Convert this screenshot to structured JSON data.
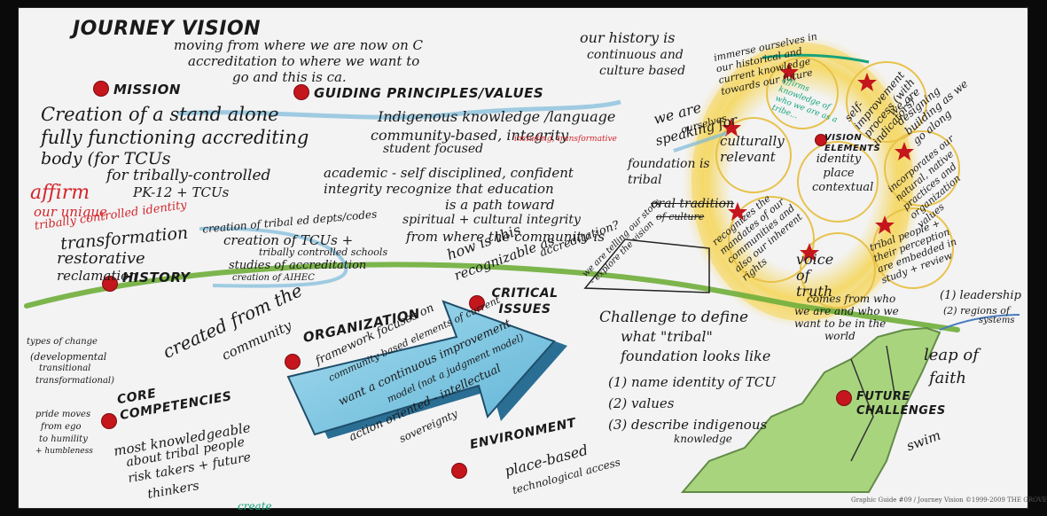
{
  "title": "JOURNEY VISION",
  "subtitle_lines": [
    "moving from where we are now on C",
    "accreditation to where we want to",
    "go and this is ca."
  ],
  "sections": {
    "mission": "MISSION",
    "guiding": "GUIDING PRINCIPLES/VALUES",
    "history": "HISTORY",
    "organization": "ORGANIZATION",
    "critical": "CRITICAL ISSUES",
    "core": "CORE COMPETENCIES",
    "environment": "ENVIRONMENT",
    "future": "FUTURE CHALLENGES",
    "vision": "VISION ELEMENTS"
  },
  "mission_text": [
    "Creation of a stand alone",
    "fully functioning accrediting",
    "body (for TCUs",
    "for tribally-controlled",
    "PK-12 + TCUs"
  ],
  "affirm_text": [
    "affirm",
    "our unique",
    "tribally controlled identity"
  ],
  "transformation_text": [
    "transformation",
    "restorative",
    "reclamation"
  ],
  "guiding_text": [
    "Indigenous knowledge /language",
    "community-based, integrity",
    "student focused",
    "academic - self disciplined, confident",
    "integrity recognize that education",
    "is a path toward",
    "spiritual + cultural integrity",
    "from where the community is"
  ],
  "guiding_note": "including, transformative",
  "history_note": [
    "our history is",
    "continuous and",
    "culture based"
  ],
  "history_text": [
    "creation of tribal ed depts/codes",
    "creation of TCUs +",
    "tribally controlled schools",
    "studies of accreditation",
    "creation of AIHEC"
  ],
  "recognizable": [
    "how is this",
    "recognizable as",
    "accreditation?"
  ],
  "speaking": [
    "we are",
    "speaking for",
    "ourselves",
    "foundation is tribal",
    "oral tradition",
    "of culture"
  ],
  "telling": "we are telling our story - explore the vision",
  "vision_circles": [
    "immerse ourselves in our historical and current knowledge towards our future",
    "self-improvement process (with indicators)",
    "we are designing building as we go along",
    "incorporates our natural, native practices and organization values",
    "tribal people + their perception are embedded in study + review",
    "voice of truth",
    "recognizes the mandates of our communities and also our inherent rights",
    "culturally relevant",
    "identity place contextual"
  ],
  "vision_bottom": [
    "comes from who",
    "we are and who we",
    "want to be in the",
    "world"
  ],
  "green_note": "affirms knowledge of who we are as a tribe...",
  "types_text": [
    "types of change",
    "(developmental",
    "transitional",
    "transformational)"
  ],
  "created_text": [
    "created from the",
    "community"
  ],
  "organization_text": [
    "framework focuses on",
    "community based elements of current",
    "want a continuous improvement",
    "model (not a judgment model)",
    "action oriented - intellectual",
    "sovereignty"
  ],
  "challenge_text": [
    "Challenge to define",
    "what \"tribal\"",
    "foundation looks like"
  ],
  "challenge_list": [
    "(1) name identity of TCU",
    "(2) values",
    "(3) describe indigenous",
    "knowledge"
  ],
  "pride_text": [
    "pride moves",
    "from ego",
    "to humility",
    "+ humbleness"
  ],
  "core_text": [
    "most knowledgeable",
    "about tribal people",
    "risk takers + future",
    "thinkers"
  ],
  "environment_text": [
    "place-based",
    "technological access"
  ],
  "leadership_text": [
    "(1) leadership",
    "(2) regions of",
    "systems"
  ],
  "leap_text": [
    "leap of",
    "faith"
  ],
  "swim_text": "swim",
  "footer_text": "Graphic Guide #09 / Journey Vision ©1999-2009 THE GROVE",
  "bottom_text": "create",
  "colors": {
    "paper": "#f3f3f4",
    "red_dot": "#c4161c",
    "arrow_blue": "#4aa6c8",
    "horizon_green": "#6fae3a",
    "halo_yellow": "#f5d65a",
    "marker_red": "#d3262a",
    "marker_green": "#16a37a"
  }
}
